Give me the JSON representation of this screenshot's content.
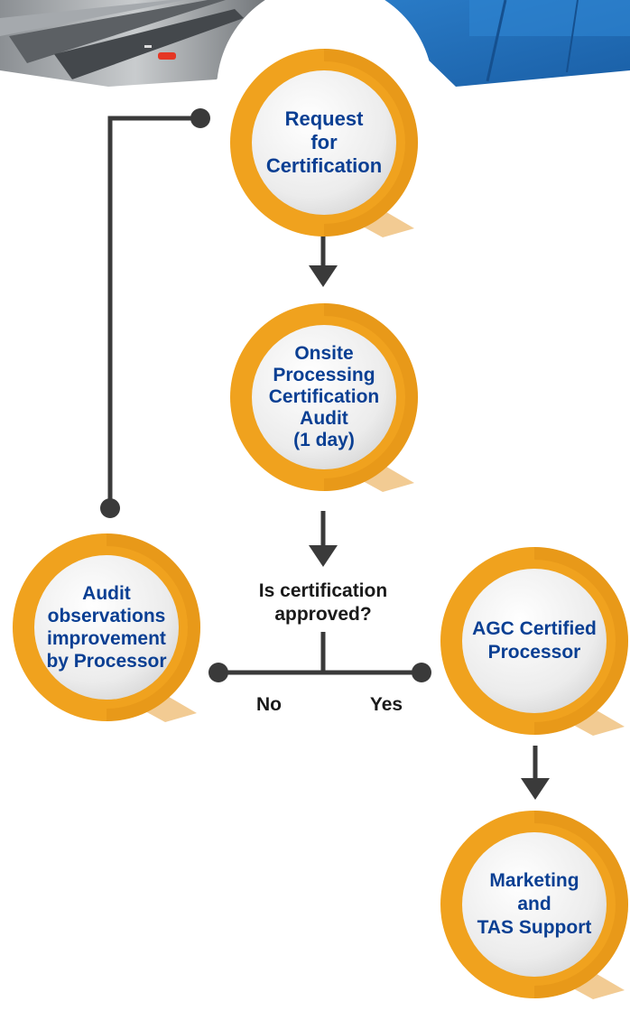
{
  "nodes": {
    "request": "Request\nfor\nCertification",
    "audit": "Onsite\nProcessing\nCertification\nAudit\n(1 day)",
    "improvement": "Audit\nobservations\nimprovement\nby Processor",
    "certified": "AGC Certified\nProcessor",
    "marketing": "Marketing\nand\nTAS Support"
  },
  "decision": {
    "question": "Is certification\napproved?",
    "no_label": "No",
    "yes_label": "Yes"
  },
  "colors": {
    "ring": "#f0a21e",
    "ring_shadow": "#d98a12",
    "node_text": "#0a3f93",
    "connector": "#3a3a3a",
    "banner_blue": "#1f6fb8"
  }
}
